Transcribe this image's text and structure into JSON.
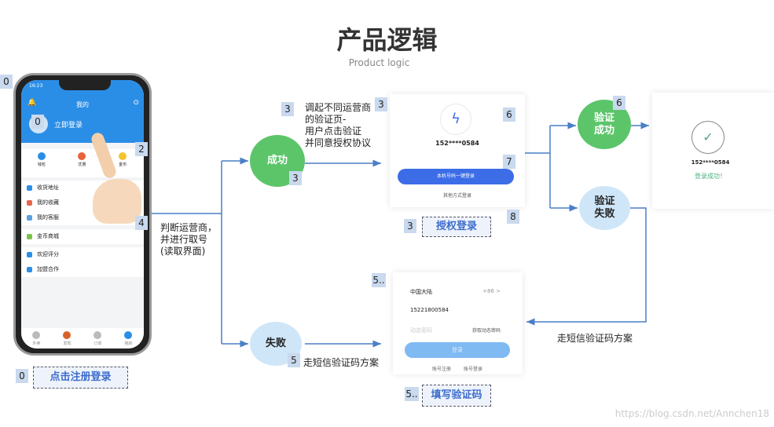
{
  "title": "产品逻辑",
  "subtitle": "Product logic",
  "phone": {
    "time": "16:23",
    "header": "我的",
    "login_text": "立即登录",
    "icons": [
      "钱包",
      "优惠",
      "金币"
    ],
    "menu": [
      "收货地址",
      "我的收藏",
      "我的客服",
      "金币商城",
      "欢迎评分",
      "加盟合作"
    ],
    "tabs": [
      "外卖",
      "发现",
      "订单",
      "我的"
    ]
  },
  "flow": {
    "judge": "判断运营商，\n并进行取号\n(读取界面)",
    "success": "成功",
    "fail": "失败",
    "invoke": "调起不同运营商\n的验证页-\n用户点击验证\n并同意授权协议",
    "sms_left": "走短信验证码方案",
    "sms_right": "走短信验证码方案",
    "verify_ok": "验证\n成功",
    "verify_fail": "验证\n失败"
  },
  "auth_card": {
    "phone": "152****0584",
    "button": "本机号码一键登录",
    "other": "其他方式登录",
    "caption": "授权登录"
  },
  "sms_card": {
    "region": "中国大陆",
    "code": "+86 >",
    "phone": "15221800584",
    "placeholder": "动态密码",
    "get_code": "获取动态密码",
    "button": "登录",
    "links": [
      "账号注册",
      "账号登录"
    ],
    "caption": "填写验证码"
  },
  "ok_card": {
    "phone": "152****0584",
    "msg": "登录成功！"
  },
  "step_caption": "点击注册登录",
  "badges": {
    "a": "0",
    "b": "0",
    "c": "2",
    "d": "4",
    "e": "3",
    "f": "3",
    "g": "3",
    "h": "3",
    "i": "6",
    "j": "7",
    "k": "8",
    "l": "6",
    "m": "5..",
    "n": "5",
    "o": "5..",
    "p": "0"
  },
  "watermark": "https://blog.csdn.net/Annchen18"
}
